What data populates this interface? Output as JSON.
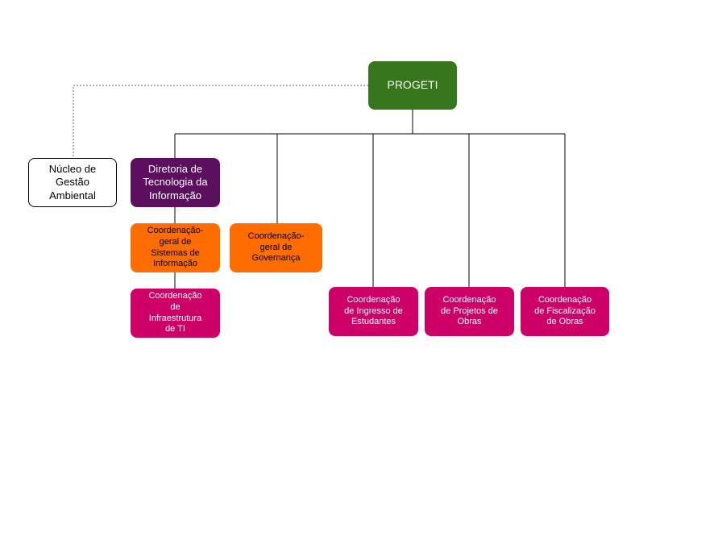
{
  "colors": {
    "root": "#38761d",
    "diretoria": "#5b0f5e",
    "coordenacao_geral": "#ff6d01",
    "coordenacao": "#cc0066",
    "neutral_bg": "#ffffff",
    "light_text": "#ffffff",
    "dark_text": "#000000",
    "line": "#000000"
  },
  "nodes": {
    "root": {
      "label": "PROGETI"
    },
    "nucleo": {
      "label": "Núcleo de\nGestão\nAmbiental"
    },
    "diretoria": {
      "label": "Diretoria de\nTecnologia da\nInformação"
    },
    "cg_sistemas": {
      "label": "Coordenação-\ngeral de\nSistemas de\nInformação"
    },
    "cg_governanca": {
      "label": "Coordenação-\ngeral de\nGovernança"
    },
    "c_infraestrutura": {
      "label": "Coordenação\nde\nInfraestrutura\nde TI"
    },
    "c_ingresso": {
      "label": "Coordenação\nde Ingresso de\nEstudantes"
    },
    "c_projetos": {
      "label": "Coordenação\nde Projetos de\nObras"
    },
    "c_fiscalizacao": {
      "label": "Coordenação\nde Fiscalização\nde Obras"
    }
  },
  "edges": [
    {
      "from": "root",
      "to": "nucleo",
      "style": "dotted"
    },
    {
      "from": "root",
      "to": "diretoria",
      "style": "solid"
    },
    {
      "from": "root",
      "to": "cg_governanca",
      "style": "solid"
    },
    {
      "from": "root",
      "to": "c_ingresso",
      "style": "solid"
    },
    {
      "from": "root",
      "to": "c_projetos",
      "style": "solid"
    },
    {
      "from": "root",
      "to": "c_fiscalizacao",
      "style": "solid"
    },
    {
      "from": "diretoria",
      "to": "cg_sistemas",
      "style": "solid"
    },
    {
      "from": "cg_sistemas",
      "to": "c_infraestrutura",
      "style": "solid"
    }
  ]
}
